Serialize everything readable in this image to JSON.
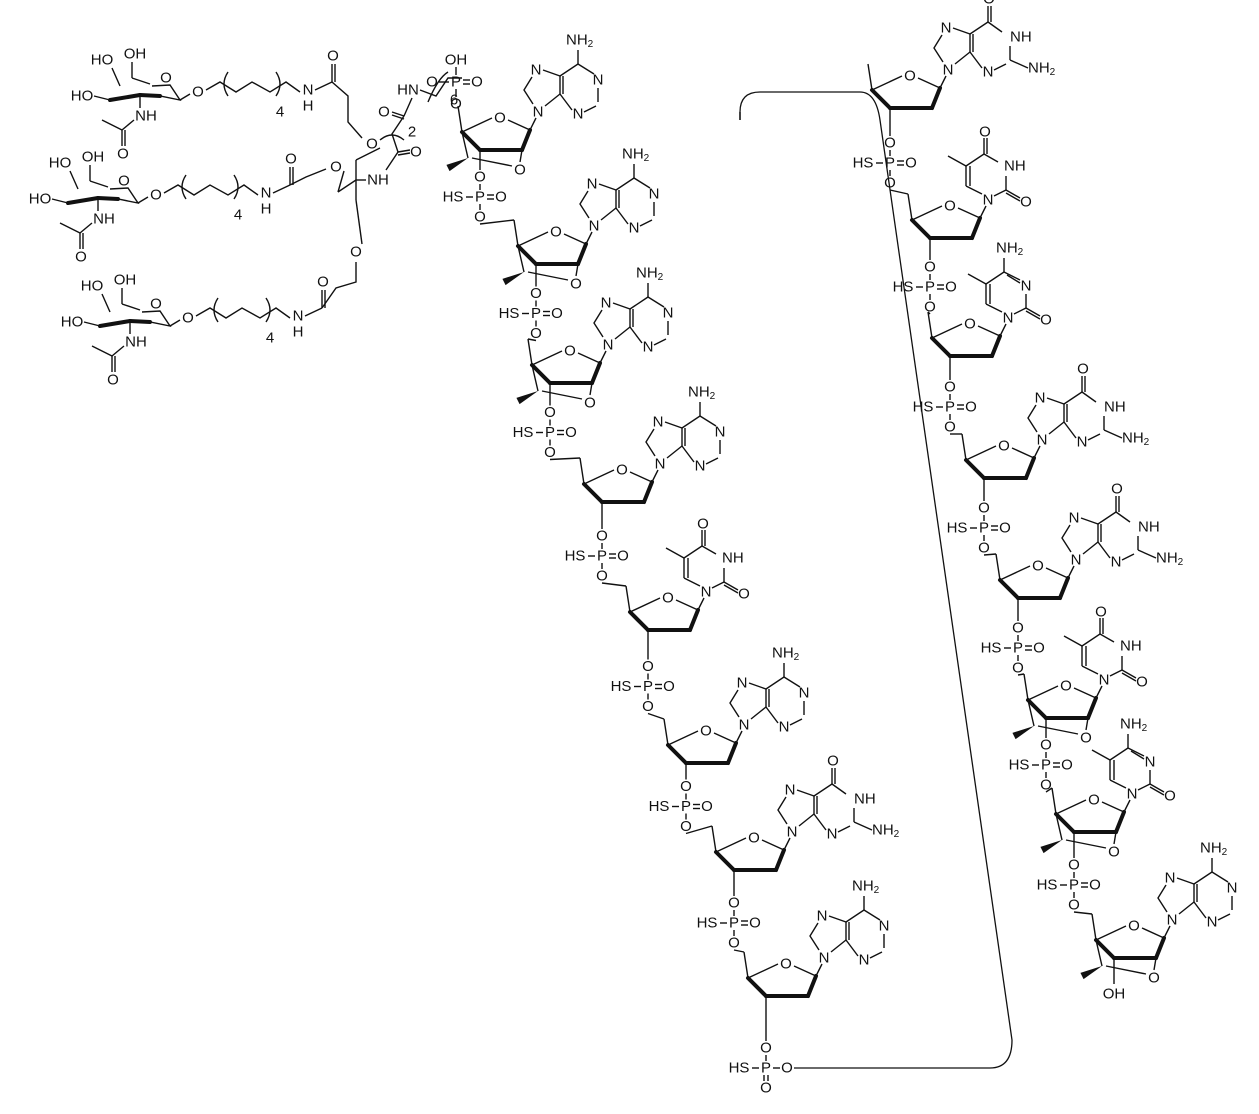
{
  "figure": {
    "type": "chemical-structure",
    "description": "Triantennary GalNAc conjugate linked via phosphodiester to a phosphorothioate gapmer oligonucleotide",
    "background": "#ffffff",
    "ink": "#111111"
  },
  "galnac_cluster": {
    "arms": [
      {
        "sugar_labels": [
          "HO",
          "OH",
          "HO",
          "NH",
          "O"
        ],
        "linker_repeat": "4",
        "amide": "NH"
      },
      {
        "sugar_labels": [
          "HO",
          "OH",
          "HO",
          "NH",
          "O"
        ],
        "linker_repeat": "4",
        "amide": "NH"
      },
      {
        "sugar_labels": [
          "HO",
          "OH",
          "HO",
          "NH",
          "O"
        ],
        "linker_repeat": "4",
        "amide": "NH"
      }
    ],
    "core_labels": [
      "O",
      "O",
      "O",
      "NH"
    ],
    "spacer_repeat": "2",
    "hexyl_repeat": "6",
    "hexyl_amide": "HN"
  },
  "linker_phosphate": {
    "top": "OH",
    "p": "P",
    "double": "O",
    "left": "O",
    "bottom": "O"
  },
  "labels": {
    "nh2": "NH",
    "nh2_sub": "2",
    "nh": "NH",
    "n": "N",
    "o": "O",
    "p": "P",
    "hs": "HS",
    "oh": "OH"
  },
  "left_strand": {
    "nucleotides": [
      {
        "base": "A",
        "sugar": "cEt",
        "linkage": "PS"
      },
      {
        "base": "A",
        "sugar": "cEt",
        "linkage": "PS"
      },
      {
        "base": "A",
        "sugar": "cEt",
        "linkage": "PS"
      },
      {
        "base": "A",
        "sugar": "deoxy",
        "linkage": "PS"
      },
      {
        "base": "T",
        "sugar": "deoxy",
        "linkage": "PS"
      },
      {
        "base": "A",
        "sugar": "deoxy",
        "linkage": "PS"
      },
      {
        "base": "G",
        "sugar": "deoxy",
        "linkage": "PS"
      },
      {
        "base": "A",
        "sugar": "deoxy",
        "linkage": "PS"
      }
    ]
  },
  "right_strand": {
    "nucleotides": [
      {
        "base": "G",
        "sugar": "deoxy",
        "linkage": "PS"
      },
      {
        "base": "T",
        "sugar": "deoxy",
        "linkage": "PS"
      },
      {
        "base": "mC",
        "sugar": "deoxy",
        "linkage": "PS"
      },
      {
        "base": "G",
        "sugar": "deoxy",
        "linkage": "PS"
      },
      {
        "base": "G",
        "sugar": "deoxy",
        "linkage": "PS"
      },
      {
        "base": "T",
        "sugar": "cEt",
        "linkage": "PS"
      },
      {
        "base": "mC",
        "sugar": "cEt",
        "linkage": "PS"
      },
      {
        "base": "A",
        "sugar": "cEt",
        "linkage": "3'-OH"
      }
    ],
    "terminal": "OH"
  },
  "sequence_summary": "5'-GalNAc3-AAAATAGAGTCGGTCA-3'"
}
